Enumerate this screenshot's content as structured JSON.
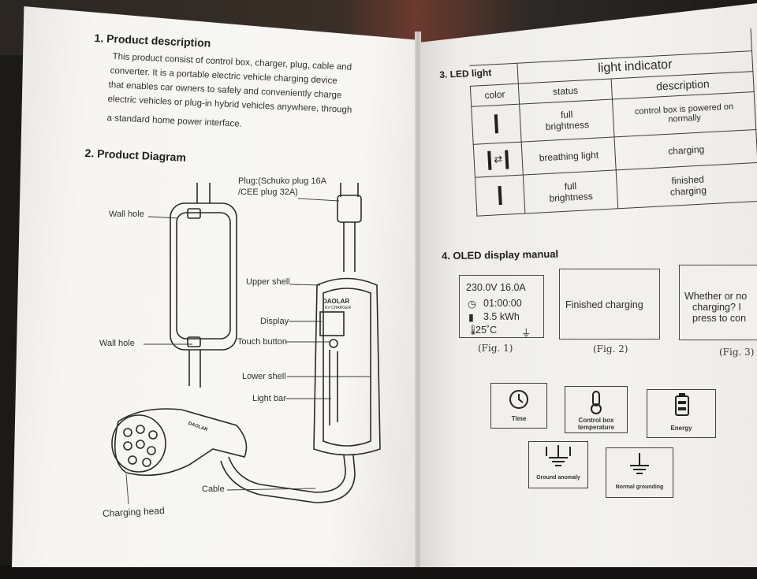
{
  "left_page": {
    "section1": {
      "title": "1. Product description",
      "lines": [
        "This product consist of control box, charger, plug, cable and",
        "converter. It is a portable electric vehicle charging device",
        "that enables car owners to safely and conveniently charge",
        "electric vehicles or plug-in hybrid vehicles anywhere, through",
        "a standard home power interface."
      ]
    },
    "section2": {
      "title": "2. Product Diagram",
      "labels": {
        "plug": "Plug:(Schuko plug 16A",
        "plug2": "/CEE plug 32A)",
        "wall_hole_top": "Wall hole",
        "wall_hole_bottom": "Wall hole",
        "upper_shell": "Upper shell",
        "display": "Display",
        "touch_button": "Touch button",
        "lower_shell": "Lower shell",
        "light_bar": "Light bar",
        "cable": "Cable",
        "charging_head": "Charging head",
        "brand": "DAOLAR",
        "brand_sub": "EV CHARGER"
      }
    }
  },
  "right_page": {
    "section3": {
      "title": "3. LED light",
      "table": {
        "header": "light indicator",
        "columns": [
          "color",
          "status",
          "description"
        ],
        "rows": [
          {
            "color_icon": "single-bar",
            "status": [
              "full",
              "brightness"
            ],
            "description": [
              "control box is powered on",
              "normally"
            ]
          },
          {
            "color_icon": "bar-breathing-bar",
            "status": [
              "breathing light"
            ],
            "description": [
              "charging"
            ]
          },
          {
            "color_icon": "single-bar",
            "status": [
              "full",
              "brightness"
            ],
            "description": [
              "finished",
              "charging"
            ]
          }
        ]
      }
    },
    "section4": {
      "title": "4. OLED display manual",
      "fig1": {
        "line1": "230.0V   16.0A",
        "time": "01:00:00",
        "energy": "3.5 kWh",
        "temp": "25˚C",
        "caption": "(Fig. 1)"
      },
      "fig2": {
        "text": "Finished charging",
        "caption": "(Fig. 2)"
      },
      "fig3": {
        "lines": [
          "Whether or no",
          "charging?  I",
          "press to con"
        ],
        "caption": "(Fig. 3)"
      },
      "icons": [
        {
          "name": "clock-icon",
          "label": "Time"
        },
        {
          "name": "thermometer-icon",
          "label": "Control box temperature"
        },
        {
          "name": "battery-icon",
          "label": "Energy"
        },
        {
          "name": "ground-anomaly-icon",
          "label": "Ground anomaly"
        },
        {
          "name": "ground-icon",
          "label": "Normal grounding"
        }
      ]
    }
  }
}
